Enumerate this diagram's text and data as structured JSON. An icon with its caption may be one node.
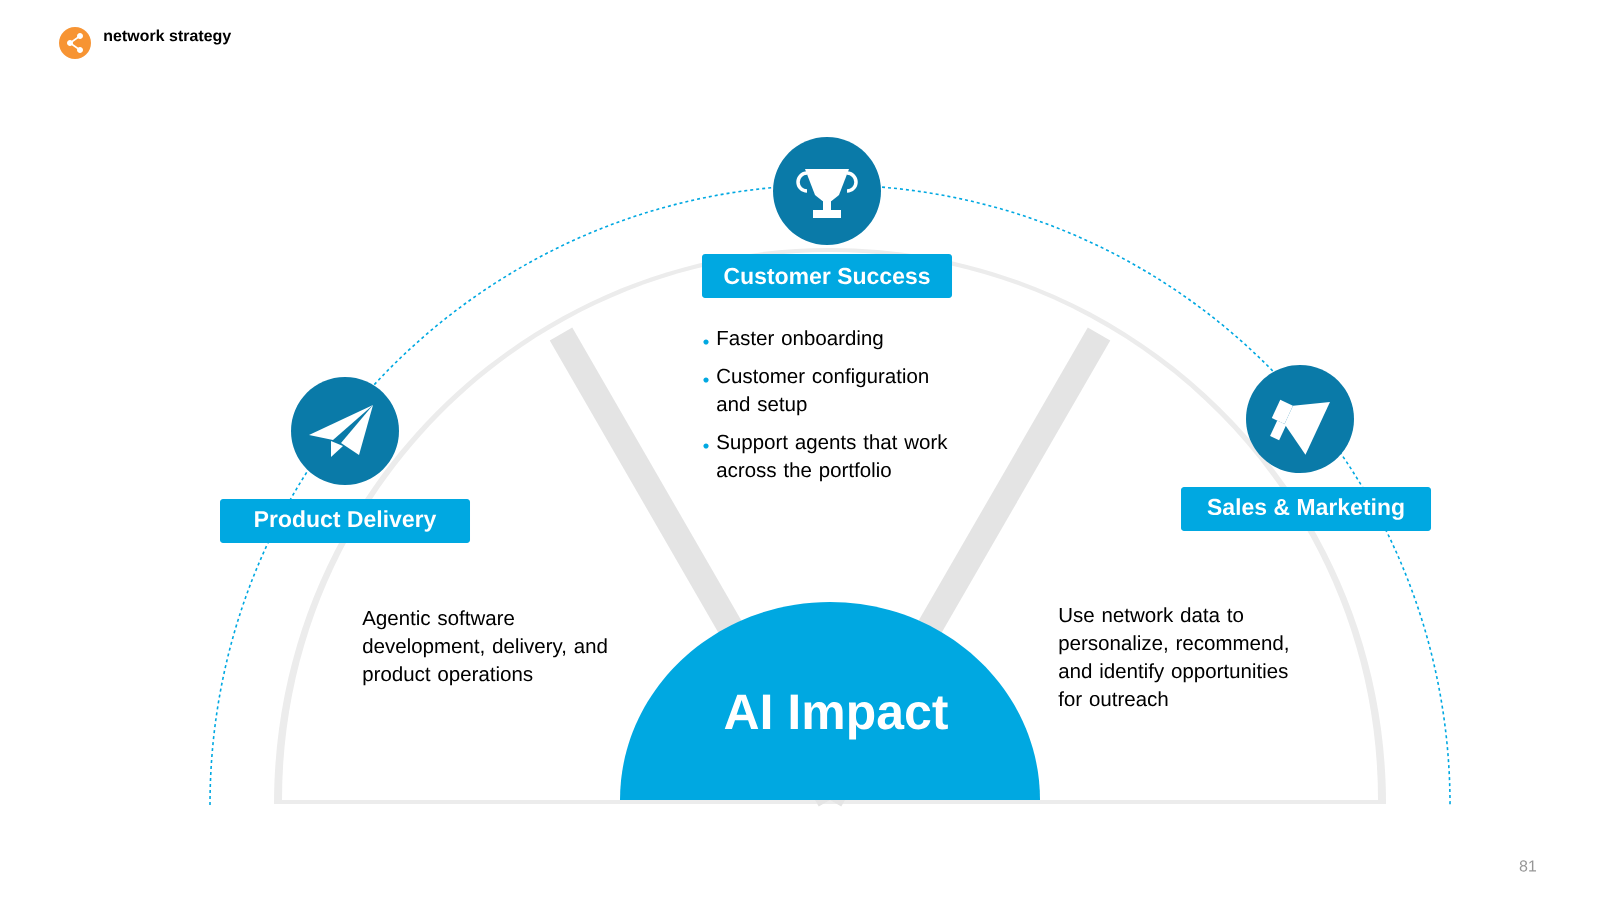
{
  "diagram": {
    "title": "network strategy",
    "nodes": [
      {
        "text": [
          "Product Delivery"
        ]
      },
      {
        "text": [
          "Customer Success"
        ]
      },
      {
        "text": [
          "Sales & Marketing"
        ]
      },
      {
        "text": [
          "AI Impact"
        ]
      }
    ],
    "labels": [
      "Faster onboarding",
      "Customer configuration and setup",
      "Support agents that work across the portfolio",
      "Agentic software development, delivery, and product operations",
      "Use network data to personalize, recommend, and identify opportunities for outreach",
      "81"
    ]
  }
}
